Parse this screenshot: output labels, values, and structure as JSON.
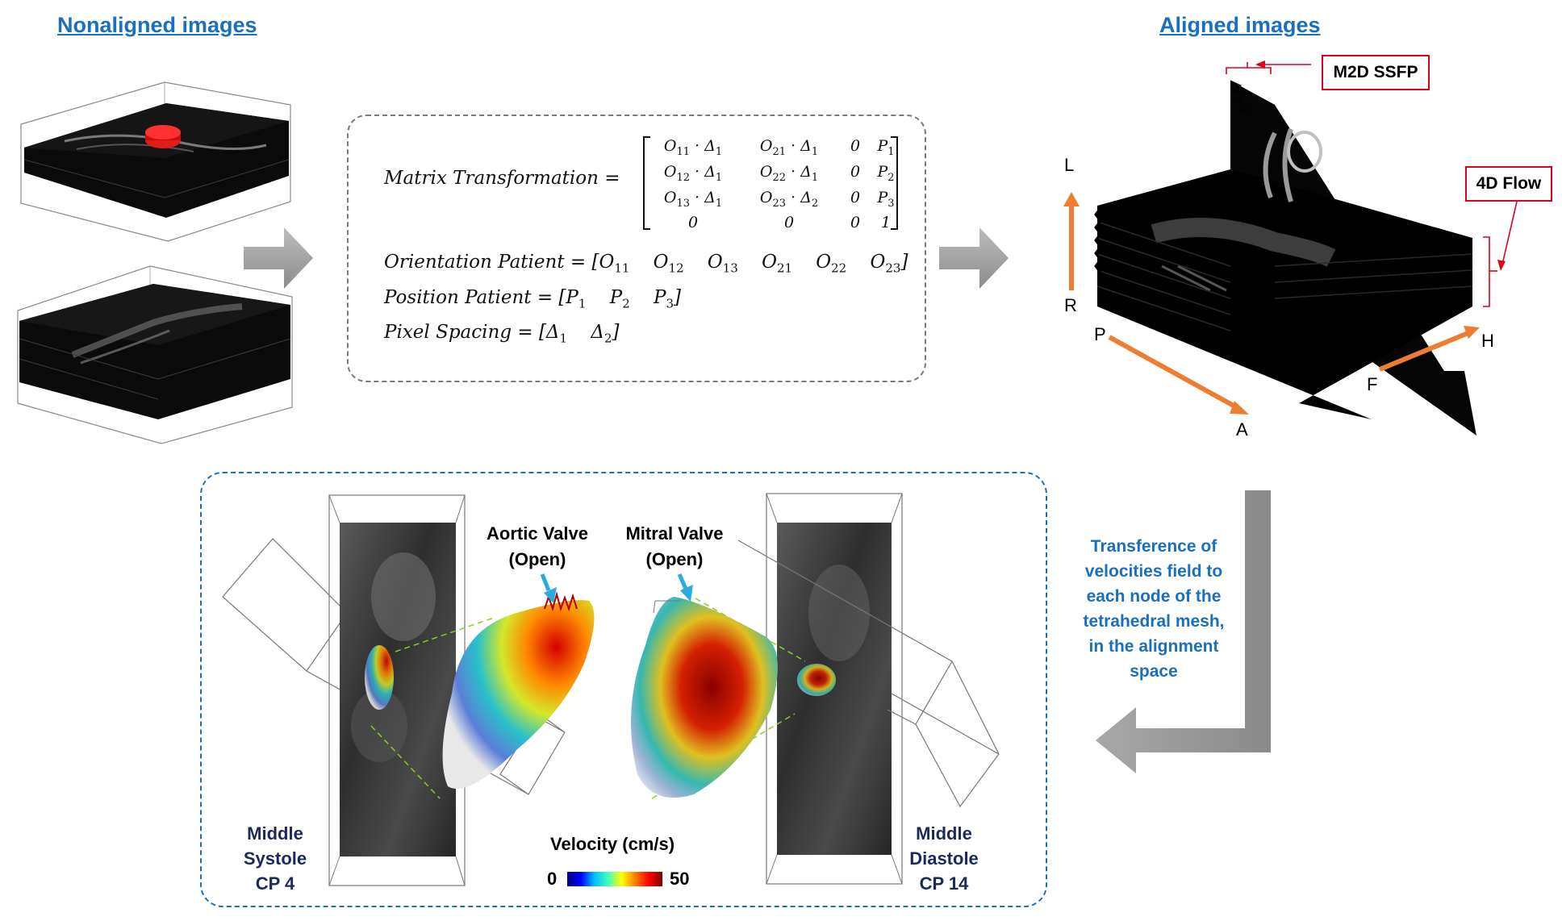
{
  "headings": {
    "nonaligned": "Nonaligned images",
    "aligned": "Aligned images"
  },
  "math": {
    "matrix_label": "Matrix Transformation =",
    "matrix": [
      [
        "O11 · Δ1",
        "O21 · Δ1",
        "0",
        "P1"
      ],
      [
        "O12 · Δ1",
        "O22 · Δ1",
        "0",
        "P2"
      ],
      [
        "O13 · Δ1",
        "O23 · Δ2",
        "0",
        "P3"
      ],
      [
        "0",
        "0",
        "0",
        "1"
      ]
    ],
    "orientation_label": "Orientation Patient =",
    "orientation_values": [
      "O11",
      "O12",
      "O13",
      "O21",
      "O22",
      "O23"
    ],
    "position_label": "Position Patient =",
    "position_values": [
      "P1",
      "P2",
      "P3"
    ],
    "spacing_label": "Pixel Spacing =",
    "spacing_values": [
      "Δ1",
      "Δ2"
    ]
  },
  "labels": {
    "m2d": "M2D SSFP",
    "flow": "4D Flow",
    "axes": {
      "L": "L",
      "R": "R",
      "P": "P",
      "A": "A",
      "F": "F",
      "H": "H"
    },
    "aortic_line1": "Aortic Valve",
    "aortic_line2": "(Open)",
    "mitral_line1": "Mitral Valve",
    "mitral_line2": "(Open)",
    "systole": [
      "Middle",
      "Systole",
      "CP 4"
    ],
    "diastole": [
      "Middle",
      "Diastole",
      "CP 14"
    ],
    "velocity_title": "Velocity (cm/s)",
    "velocity_min": "0",
    "velocity_max": "50",
    "transfer": [
      "Transference of",
      "velocities field to",
      "each node of the",
      "tetrahedral mesh,",
      "in the alignment",
      "space"
    ]
  },
  "colors": {
    "heading_blue": "#1a6fbe",
    "red_box": "#e0001b",
    "orange_axis": "#ed7d31",
    "gray_arrow": "#9a9a9a",
    "phase_navy": "#1b2a5c"
  }
}
